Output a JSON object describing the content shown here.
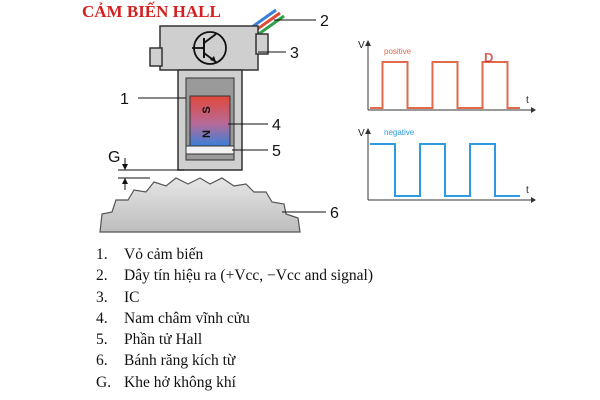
{
  "title": "CẢM BIẾN HALL",
  "callouts": [
    "1",
    "2",
    "3",
    "4",
    "5",
    "6",
    "G"
  ],
  "magnet": {
    "pole_top": "S",
    "pole_bottom": "N"
  },
  "graphs": {
    "positive": {
      "label": "positive",
      "y_axis": "V",
      "x_axis": "t",
      "color": "#e06a4a",
      "levels": [
        0,
        1,
        1,
        0,
        0,
        1,
        1,
        0,
        0,
        1,
        1,
        0
      ]
    },
    "negative": {
      "label": "negative",
      "y_axis": "V",
      "x_axis": "t",
      "color": "#2e9be0",
      "levels": [
        1,
        1,
        0,
        0,
        1,
        1,
        0,
        0,
        1,
        1,
        0,
        0
      ]
    }
  },
  "legend": [
    {
      "num": "1.",
      "text": "Vỏ cảm biến"
    },
    {
      "num": "2.",
      "text": "Dây tín hiệu ra (+Vcc, −Vcc and signal)"
    },
    {
      "num": "3.",
      "text": "IC"
    },
    {
      "num": "4.",
      "text": "Nam châm vĩnh cửu"
    },
    {
      "num": "5.",
      "text": "Phần tử Hall"
    },
    {
      "num": "6.",
      "text": "Bánh răng kích từ"
    },
    {
      "num": "G.",
      "text": "Khe hở không khí"
    }
  ],
  "watermark": "D"
}
